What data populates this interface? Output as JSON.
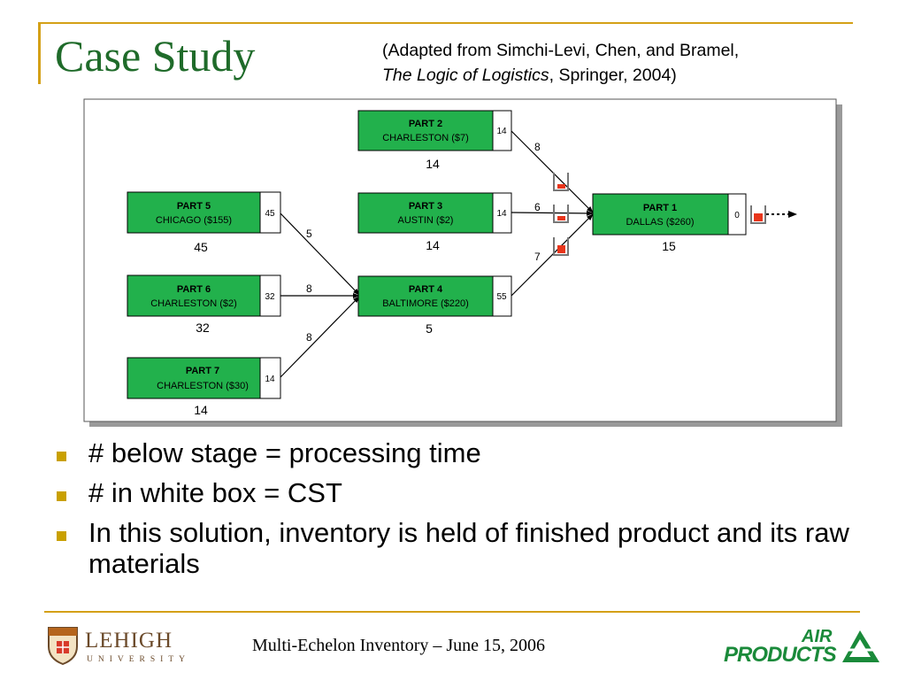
{
  "slide": {
    "title": "Case Study",
    "citation_line1": "(Adapted from Simchi-Levi, Chen, and Bramel,",
    "citation_book": "The Logic of Logistics",
    "citation_rest": ", Springer, 2004)"
  },
  "diagram": {
    "nodes": [
      {
        "id": "part2",
        "name": "PART 2",
        "location": "CHARLESTON ($7)",
        "cst": "14",
        "processing_time": "14"
      },
      {
        "id": "part3",
        "name": "PART 3",
        "location": "AUSTIN ($2)",
        "cst": "14",
        "processing_time": "14"
      },
      {
        "id": "part4",
        "name": "PART 4",
        "location": "BALTIMORE ($220)",
        "cst": "55",
        "processing_time": "5"
      },
      {
        "id": "part1",
        "name": "PART 1",
        "location": "DALLAS ($260)",
        "cst": "0",
        "processing_time": "15"
      },
      {
        "id": "part5",
        "name": "PART 5",
        "location": "CHICAGO ($155)",
        "cst": "45",
        "processing_time": "45"
      },
      {
        "id": "part6",
        "name": "PART 6",
        "location": "CHARLESTON ($2)",
        "cst": "32",
        "processing_time": "32"
      },
      {
        "id": "part7",
        "name": "PART 7",
        "location": "CHARLESTON ($30)",
        "cst": "14",
        "processing_time": "14"
      }
    ],
    "edges": [
      {
        "from": "part2",
        "to": "part1",
        "label": "8"
      },
      {
        "from": "part3",
        "to": "part1",
        "label": "6"
      },
      {
        "from": "part4",
        "to": "part1",
        "label": "7"
      },
      {
        "from": "part5",
        "to": "part4",
        "label": "5"
      },
      {
        "from": "part6",
        "to": "part4",
        "label": "8"
      },
      {
        "from": "part7",
        "to": "part4",
        "label": "8"
      }
    ],
    "node_fill_color": "#22b14c",
    "inventory_fill_color": "#e8351b"
  },
  "bullets": [
    "# below stage = processing time",
    "# in white box = CST",
    "In this solution, inventory is held of finished product and its raw materials"
  ],
  "footer": {
    "text": "Multi-Echelon Inventory – June 15, 2006",
    "lehigh_name": "LEHIGH",
    "lehigh_sub": "UNIVERSITY",
    "air_top": "AIR",
    "air_bottom": "PRODUCTS"
  }
}
